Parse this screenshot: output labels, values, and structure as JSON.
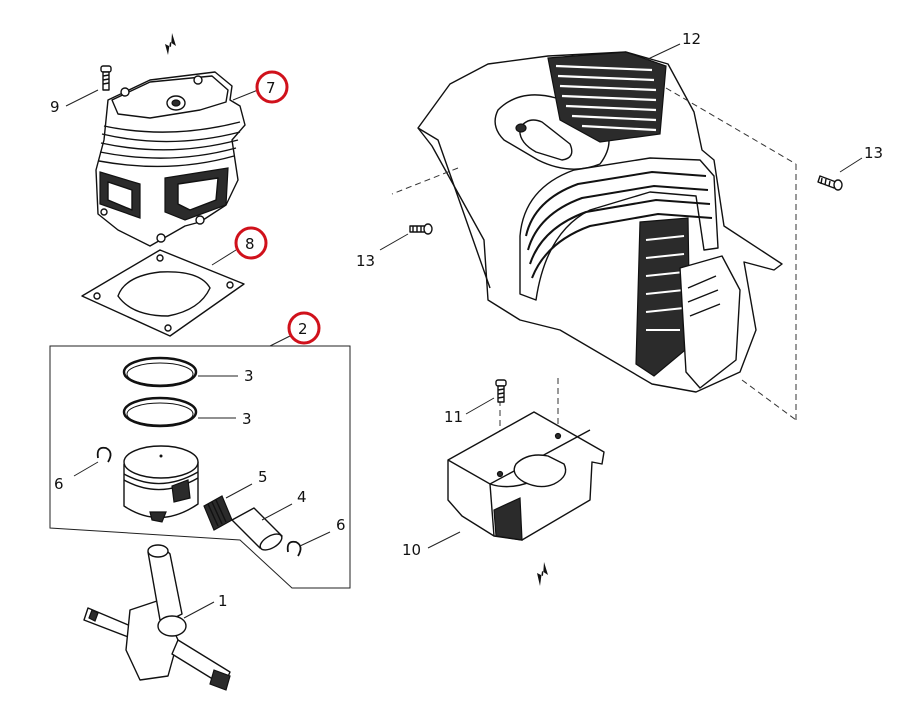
{
  "callouts": {
    "n1": "1",
    "n2": "2",
    "n3a": "3",
    "n3b": "3",
    "n4": "4",
    "n5": "5",
    "n6a": "6",
    "n6b": "6",
    "n7": "7",
    "n8": "8",
    "n9": "9",
    "n10": "10",
    "n11": "11",
    "n12": "12",
    "n13a": "13",
    "n13b": "13"
  },
  "highlighted_parts": [
    "7",
    "8",
    "2"
  ],
  "colors": {
    "highlight": "#d0111b",
    "line": "#111111"
  }
}
